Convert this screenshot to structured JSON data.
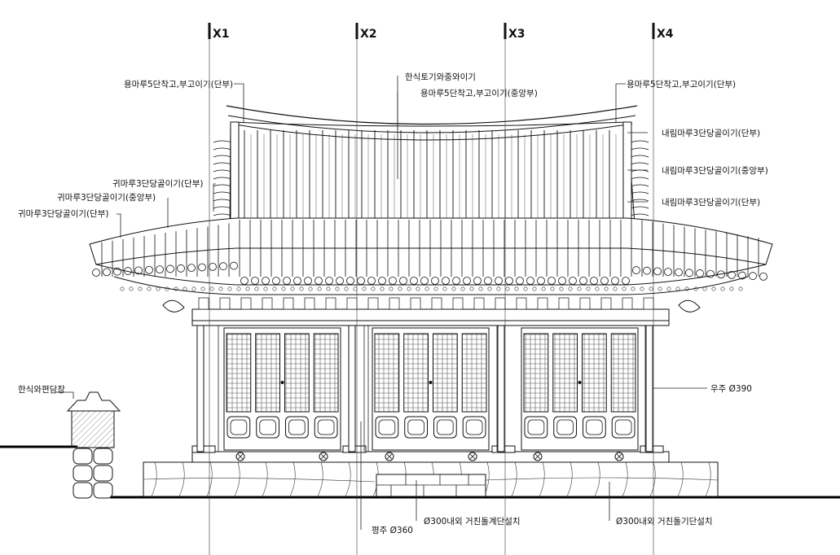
{
  "axes": [
    "X1",
    "X2",
    "X3",
    "X4"
  ],
  "labels": {
    "roof_tile": "한식토기와중와이기",
    "ridge_left": "용마루5단착고,부고이기(단부)",
    "ridge_center": "용마루5단착고,부고이기(중앙부)",
    "ridge_right": "용마루5단착고,부고이기(단부)",
    "hip_left_1": "귀마루3단당골이기(단부)",
    "hip_left_2": "귀마루3단당골이기(중앙부)",
    "hip_left_3": "귀마루3단당골이기(단부)",
    "desc_right_1": "내림마루3단당골이기(단부)",
    "desc_right_2": "내림마루3단당골이기(중앙부)",
    "desc_right_3": "내림마루3단당골이기(단부)",
    "wall": "한식와편담장",
    "corner_column": "우주 Ø390",
    "flat_column": "평주 Ø360",
    "stair_stone": "Ø300내외 거친돌계단설치",
    "platform_stone": "Ø300내외 거친돌기단설치"
  },
  "colors": {
    "line": "#111111",
    "background": "#ffffff",
    "ground": "#000000"
  }
}
